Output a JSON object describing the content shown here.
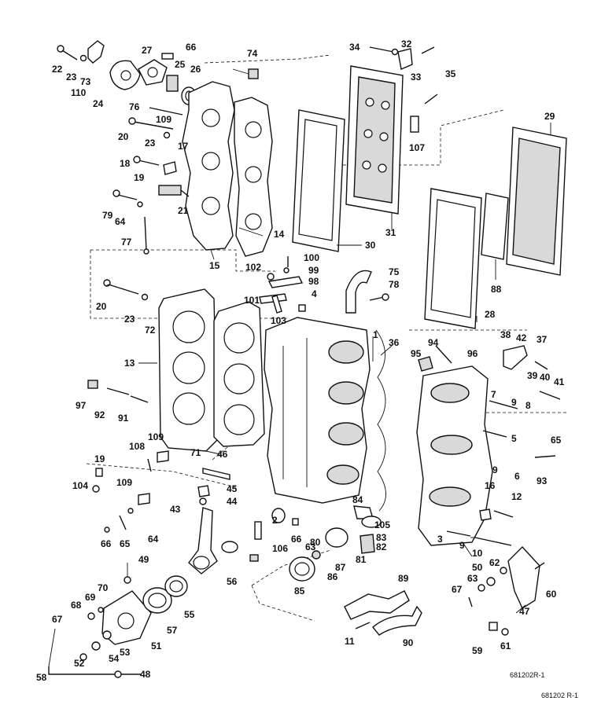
{
  "callouts": {
    "c1": "1",
    "c2": "2",
    "c3": "3",
    "c4": "4",
    "c5": "5",
    "c6": "6",
    "c7": "7",
    "c8": "8",
    "c9": "9",
    "c9b": "9",
    "c9c": "9",
    "c10": "10",
    "c11": "11",
    "c12": "12",
    "c13": "13",
    "c14": "14",
    "c15": "15",
    "c16": "16",
    "c17": "17",
    "c18": "18",
    "c19": "19",
    "c19b": "19",
    "c20": "20",
    "c20b": "20",
    "c21": "21",
    "c22": "22",
    "c23": "23",
    "c23b": "23",
    "c23c": "23",
    "c24": "24",
    "c25": "25",
    "c26": "26",
    "c27": "27",
    "c28": "28",
    "c29": "29",
    "c30": "30",
    "c31": "31",
    "c32": "32",
    "c33": "33",
    "c34": "34",
    "c35": "35",
    "c36": "36",
    "c37": "37",
    "c38": "38",
    "c39": "39",
    "c40": "40",
    "c41": "41",
    "c42": "42",
    "c43": "43",
    "c44": "44",
    "c45": "45",
    "c46": "46",
    "c47": "47",
    "c48": "48",
    "c49": "49",
    "c50": "50",
    "c51": "51",
    "c52": "52",
    "c53": "53",
    "c54": "54",
    "c55": "55",
    "c56": "56",
    "c57": "57",
    "c58": "58",
    "c59": "59",
    "c60": "60",
    "c61": "61",
    "c62": "62",
    "c63": "63",
    "c63b": "63",
    "c64": "64",
    "c64b": "64",
    "c65": "65",
    "c65b": "65",
    "c66": "66",
    "c66b": "66",
    "c66c": "66",
    "c67": "67",
    "c67b": "67",
    "c68": "68",
    "c69": "69",
    "c70": "70",
    "c71": "71",
    "c72": "72",
    "c73": "73",
    "c74": "74",
    "c75": "75",
    "c76": "76",
    "c77": "77",
    "c78": "78",
    "c79": "79",
    "c80": "80",
    "c81": "81",
    "c82": "82",
    "c83": "83",
    "c84": "84",
    "c85": "85",
    "c86": "86",
    "c87": "87",
    "c88": "88",
    "c89": "89",
    "c90": "90",
    "c91": "91",
    "c92": "92",
    "c93": "93",
    "c94": "94",
    "c95": "95",
    "c96": "96",
    "c97": "97",
    "c98": "98",
    "c99": "99",
    "c100": "100",
    "c101": "101",
    "c102": "102",
    "c103": "103",
    "c104": "104",
    "c105": "105",
    "c106": "106",
    "c107": "107",
    "c108": "108",
    "c109": "109",
    "c109b": "109",
    "c109c": "109",
    "c110": "110"
  },
  "footer": {
    "drawing_number": "681202R-1",
    "corner_mark": "681202 R-1"
  }
}
